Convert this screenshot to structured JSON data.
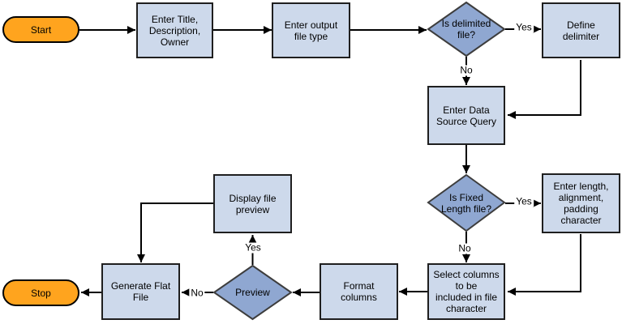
{
  "diagram_type": "flowchart",
  "nodes": {
    "start": {
      "label": "Start",
      "shape": "terminator"
    },
    "enter_title": {
      "label": "Enter Title,\nDescription,\nOwner",
      "shape": "process"
    },
    "enter_output": {
      "label": "Enter output\nfile type",
      "shape": "process"
    },
    "is_delimited": {
      "label": "Is delimited\nfile?",
      "shape": "decision"
    },
    "define_delimiter": {
      "label": "Define\ndelimiter",
      "shape": "process"
    },
    "data_source_query": {
      "label": "Enter Data\nSource Query",
      "shape": "process"
    },
    "is_fixed_length": {
      "label": "Is Fixed\nLength file?",
      "shape": "decision"
    },
    "enter_length": {
      "label": "Enter length,\nalignment,\npadding\ncharacter",
      "shape": "process"
    },
    "select_columns": {
      "label": "Select columns\nto be\nincluded in file\ncharacter",
      "shape": "process"
    },
    "format_columns": {
      "label": "Format\ncolumns",
      "shape": "process"
    },
    "preview": {
      "label": "Preview",
      "shape": "decision"
    },
    "display_preview": {
      "label": "Display file\npreview",
      "shape": "process"
    },
    "generate_flat": {
      "label": "Generate Flat\nFile",
      "shape": "process"
    },
    "stop": {
      "label": "Stop",
      "shape": "terminator"
    }
  },
  "edge_labels": {
    "delimited_yes": "Yes",
    "delimited_no": "No",
    "fixed_yes": "Yes",
    "fixed_no": "No",
    "preview_yes": "Yes",
    "preview_no": "No"
  },
  "colors": {
    "process_fill": "#cdd9eb",
    "process_border": "#1f1f1f",
    "decision_fill": "#8fa7d1",
    "decision_border": "#3d3d3d",
    "terminator_fill": "#ffa41e",
    "terminator_border": "#000000",
    "arrow": "#000000",
    "text": "#000000",
    "bg": "#ffffff"
  }
}
